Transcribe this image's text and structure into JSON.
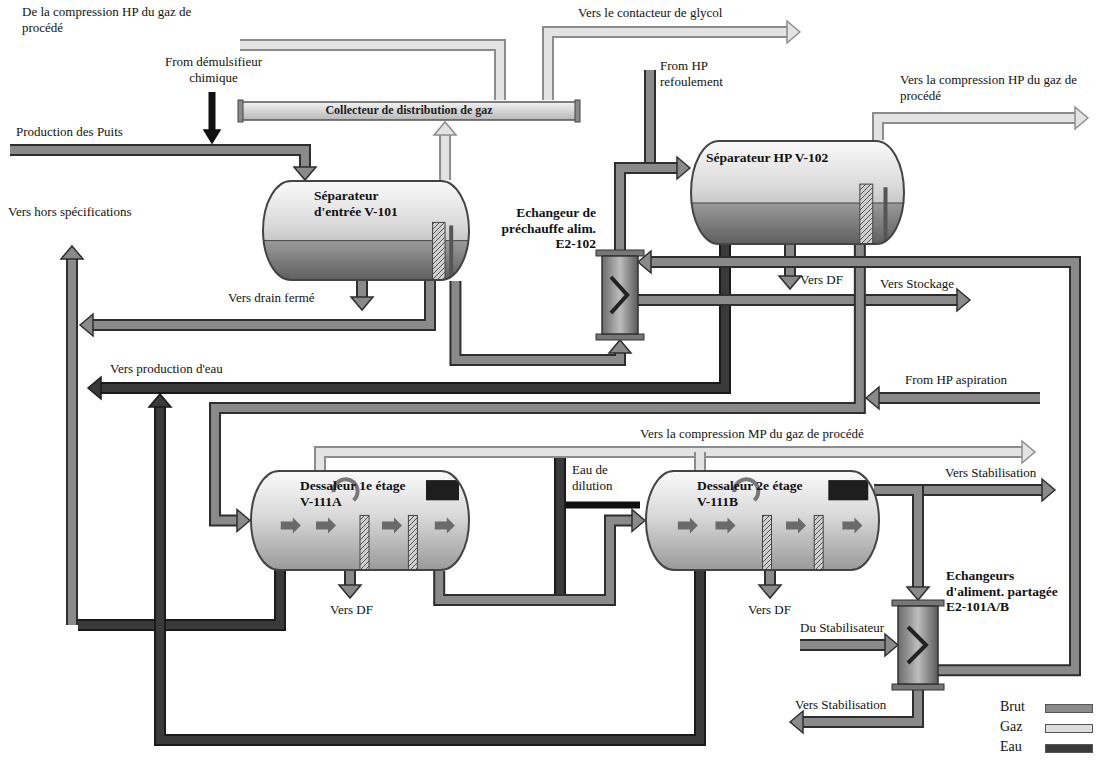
{
  "diagram": {
    "nodes": [
      {
        "text": [
          "Collecteur de distribution de gaz"
        ]
      },
      {
        "text": [
          "Séparateur d'entrée V-101"
        ]
      },
      {
        "text": [
          "Séparateur HP V-102"
        ]
      },
      {
        "text": [
          "Echangeur de préchauffe alim. E2-102"
        ]
      },
      {
        "text": [
          "Dessaleur 1e étage V-111A"
        ]
      },
      {
        "text": [
          "Dessaleur 2e étage V-111B"
        ]
      },
      {
        "text": [
          "Echangeurs d'aliment. partagée E2-101A/B"
        ]
      }
    ],
    "edges": [
      {
        "from": 1,
        "to": 0,
        "arrow": "to"
      },
      {
        "from": 1,
        "to": 3,
        "arrow": "to"
      },
      {
        "from": 3,
        "to": 2,
        "arrow": "to"
      },
      {
        "from": 2,
        "to": 4,
        "arrow": "to"
      },
      {
        "from": 4,
        "to": 5,
        "arrow": "to"
      },
      {
        "from": 5,
        "to": 6,
        "arrow": "to"
      },
      {
        "from": 6,
        "to": 3,
        "arrow": "to"
      }
    ],
    "labels": [
      "De la compression HP du gaz de procédé",
      "From démulsifieur chimique",
      "Production des Puits",
      "Vers le contacteur de glycol",
      "From HP refoulement",
      "Vers la compression HP du gaz de procédé",
      "Vers hors spécifications",
      "Vers drain fermé",
      "Vers DF",
      "Vers Stockage",
      "Vers production d'eau",
      "From HP aspiration",
      "Vers la compression MP du gaz de procédé",
      "Eau de dilution",
      "Vers Stabilisation",
      "Vers DF",
      "Vers DF",
      "Du Stabilisateur",
      "Vers Stabilisation"
    ],
    "legend": [
      {
        "text": "Brut",
        "color": "#8a8a8a"
      },
      {
        "text": "Gaz",
        "color": "#dedede"
      },
      {
        "text": "Eau",
        "color": "#3a3a3a"
      }
    ]
  }
}
